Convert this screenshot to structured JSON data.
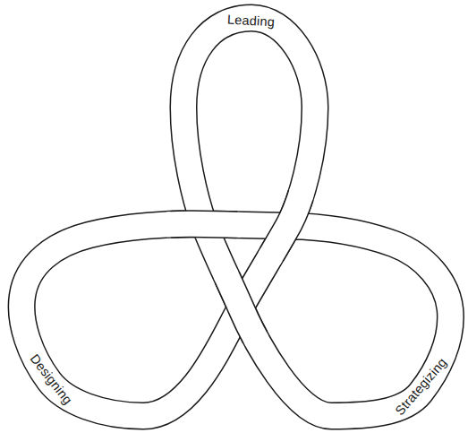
{
  "diagram": {
    "labels": [
      "Leading",
      "Designing",
      "Strategizing"
    ]
  }
}
